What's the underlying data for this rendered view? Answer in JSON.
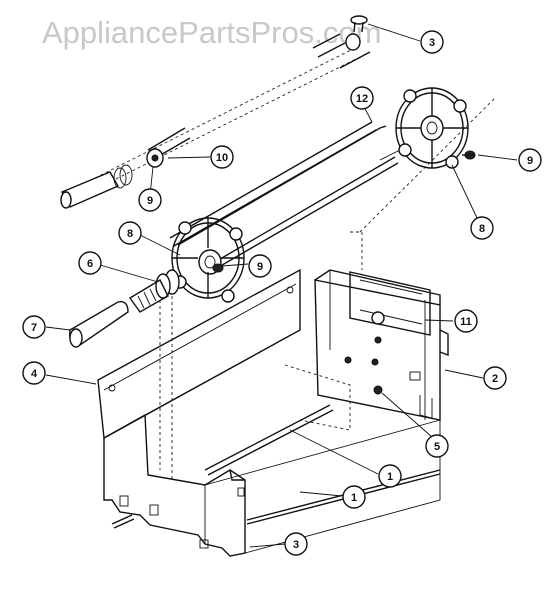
{
  "watermark": "AppliancePartsPros.com",
  "callouts": [
    "3",
    "12",
    "10",
    "9",
    "8",
    "9",
    "8",
    "6",
    "9",
    "7",
    "11",
    "4",
    "2",
    "5",
    "1",
    "1",
    "3"
  ],
  "colors": {
    "line": "#111111",
    "watermark": "#c8c8c8",
    "background": "#ffffff"
  }
}
